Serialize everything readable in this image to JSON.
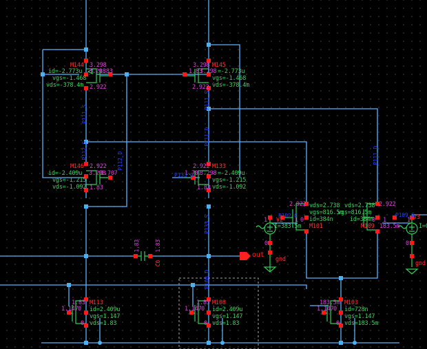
{
  "app": {
    "title": "Schematic Editor - DC Operating Point Annotation"
  },
  "colors": {
    "background": "#000000",
    "wire": "#5ab4ff",
    "device": "#2fd05a",
    "pin": "#ff1a1a",
    "instance_name": "#ff3030",
    "node_voltage": "#e040e0",
    "operating_point": "#40d060",
    "net_label": "#2040ff"
  },
  "transistors": {
    "M144": {
      "name": "M144",
      "v_top": "3.298",
      "v_side": "3.298",
      "v_gate": "1.83",
      "v_bottom": "2.922",
      "id": "id=-2.773u",
      "vgs": "vgs=-1.468",
      "vds": "vds=-378.4m"
    },
    "M145": {
      "name": "M145",
      "v_top": "3.298",
      "v_side": "3.298",
      "v_gate": "1.83",
      "v_bottom": "2.922",
      "id": "=-2.773u",
      "vgs": "vgs=-1.468",
      "vds": "vds=-378.4m"
    },
    "M146": {
      "name": "M146",
      "v_top": "2.922",
      "v_side": "3.298",
      "v_gate": "1.707",
      "v_bottom": "1.83",
      "id": "id=-2.409u",
      "vgs": "vgs=-1.215",
      "vds": "vds=-1.092"
    },
    "M133": {
      "name": "M133",
      "v_top": "2.922",
      "v_side": "3.298",
      "v_gate": "1.707",
      "v_bottom": "1.83",
      "id": "=-2.409u",
      "vgs": "vgs=-1.215",
      "vds": "vds=-1.092"
    },
    "M101": {
      "name": "M101",
      "v_top": "2.922",
      "v_gate": "1",
      "v_bulk": "0",
      "v_side": "183.5m",
      "id": "id=384n",
      "vgs": "vgs=816.5m",
      "vds": "vds=2.738"
    },
    "M109": {
      "name": "M109",
      "v_top": "2.922",
      "v_gate": "1",
      "v_bulk": "0",
      "v_side": "183.5m",
      "id": "id=384n",
      "vgs": "vgs=816.5m",
      "vds": "vds=2.738"
    },
    "M113": {
      "name": "M113",
      "v_top": "1.83",
      "v_gate": "1.147",
      "v_bulk": "0",
      "v_bottom": "0",
      "id": "id=2.409u",
      "vgs": "vgs=1.147",
      "vds": "vds=1.83"
    },
    "M108": {
      "name": "M108",
      "v_top": "1.83",
      "v_gate": "1.147",
      "v_bulk": "0",
      "v_bottom": "0",
      "id": "id=2.409u",
      "vgs": "vgs=1.147",
      "vds": "vds=1.83"
    },
    "M103": {
      "name": "M103",
      "v_top": "183.5m",
      "v_gate": "1.147",
      "v_bulk": "0",
      "v_bottom": "0",
      "id": "id=728n",
      "vgs": "vgs=1.147",
      "vds": "vds=183.5m"
    }
  },
  "sources": {
    "V2": {
      "name": "V2",
      "v_pos": "1",
      "v_neg": "0",
      "current": "I=383.5m",
      "gnd": "gnd"
    },
    "V3": {
      "name": "V3",
      "v_pos": "1",
      "v_neg": "0",
      "current": "I=0",
      "gnd": "gnd"
    }
  },
  "capacitor": {
    "name": "C0",
    "v_left": "1.83",
    "v_right": "1.83"
  },
  "pins": {
    "out": "out"
  },
  "net_labels": {
    "net_a": "P111_S",
    "net_b": "P112_S",
    "net_c": "P112_D",
    "net_d": "P111_S",
    "net_e": "P111_D",
    "net_f": "P133_S",
    "net_g": "P108_D",
    "net_h": "P111_D",
    "net_i": "P108_D",
    "net_j": "P111_D",
    "net_k": "P102_G",
    "net_l": "P109_G",
    "net_m": "P133_G",
    "net_n": "out"
  }
}
